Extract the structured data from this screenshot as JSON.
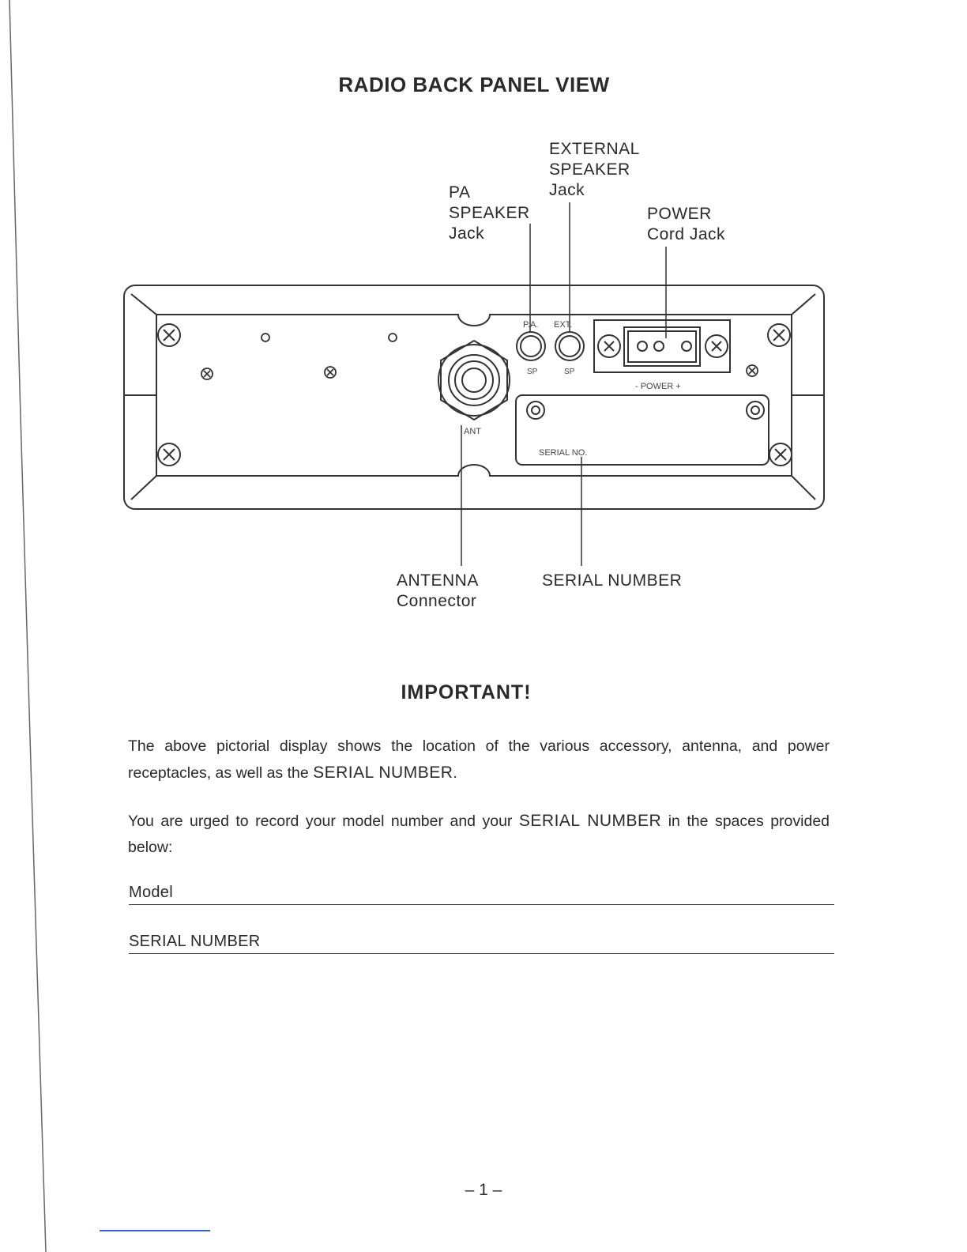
{
  "title": "RADIO BACK PANEL VIEW",
  "callouts": {
    "ext_speaker": [
      "EXTERNAL",
      "SPEAKER",
      "Jack"
    ],
    "pa_speaker": [
      "PA",
      "SPEAKER",
      "Jack"
    ],
    "power": [
      "POWER",
      "Cord Jack"
    ],
    "antenna": [
      "ANTENNA",
      "Connector"
    ],
    "serial": "SERIAL NUMBER"
  },
  "panel_labels": {
    "pa": "P.A.",
    "ext": "EXT.",
    "sp_left": "SP",
    "sp_right": "SP",
    "power": "- POWER +",
    "ant": "ANT",
    "serial_no": "SERIAL NO."
  },
  "important_heading": "IMPORTANT!",
  "para1": {
    "text": "The above pictorial display shows the location of the various accessory, antenna, and power receptacles, as well as the",
    "caps": "SERIAL NUMBER",
    "end": "."
  },
  "para2": {
    "text": "You are urged to record your model number and your",
    "caps": "SERIAL NUMBER",
    "end": "in the spaces provided below:"
  },
  "fields": {
    "model_label": "Model",
    "serial_label": "SERIAL NUMBER"
  },
  "page_number": "– 1 –"
}
